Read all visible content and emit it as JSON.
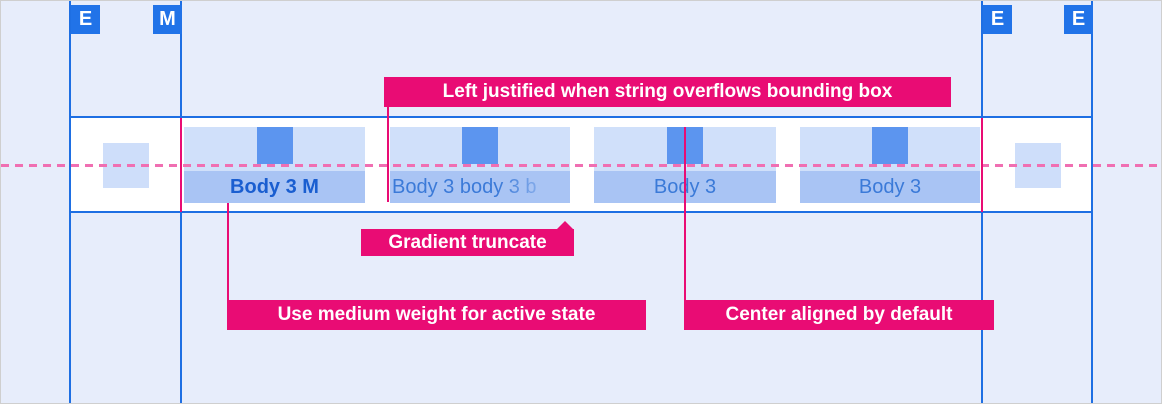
{
  "markers": {
    "items": [
      {
        "label": "E"
      },
      {
        "label": "M"
      },
      {
        "label": "E"
      },
      {
        "label": "E"
      }
    ]
  },
  "tabbar": {
    "tabs": [
      {
        "label": "Body 3 M",
        "state": "active",
        "alignment": "center",
        "weight": "medium"
      },
      {
        "label": "Body 3 body 3 b",
        "state": "default",
        "alignment": "left",
        "truncation": "gradient"
      },
      {
        "label": "Body 3",
        "state": "default",
        "alignment": "center"
      },
      {
        "label": "Body 3",
        "state": "default",
        "alignment": "center"
      }
    ]
  },
  "annotations": {
    "left_justified": "Left justified when string overflows bounding box",
    "gradient_truncate": "Gradient truncate",
    "medium_weight": "Use medium weight for active state",
    "center_aligned": "Center aligned by default"
  },
  "colors": {
    "bg": "#e7edfb",
    "blue": "#1e6fe3",
    "badge_blue": "#2173e8",
    "tab_light": "#d0e0fa",
    "tab_mid": "#a9c4f4",
    "icon_blue": "#5c95ef",
    "square": "#cedefa",
    "text_active": "#1a5ed0",
    "text_inactive": "#3b7ad8",
    "magenta": "#e90c74",
    "dash_pink": "#f06fb2"
  }
}
